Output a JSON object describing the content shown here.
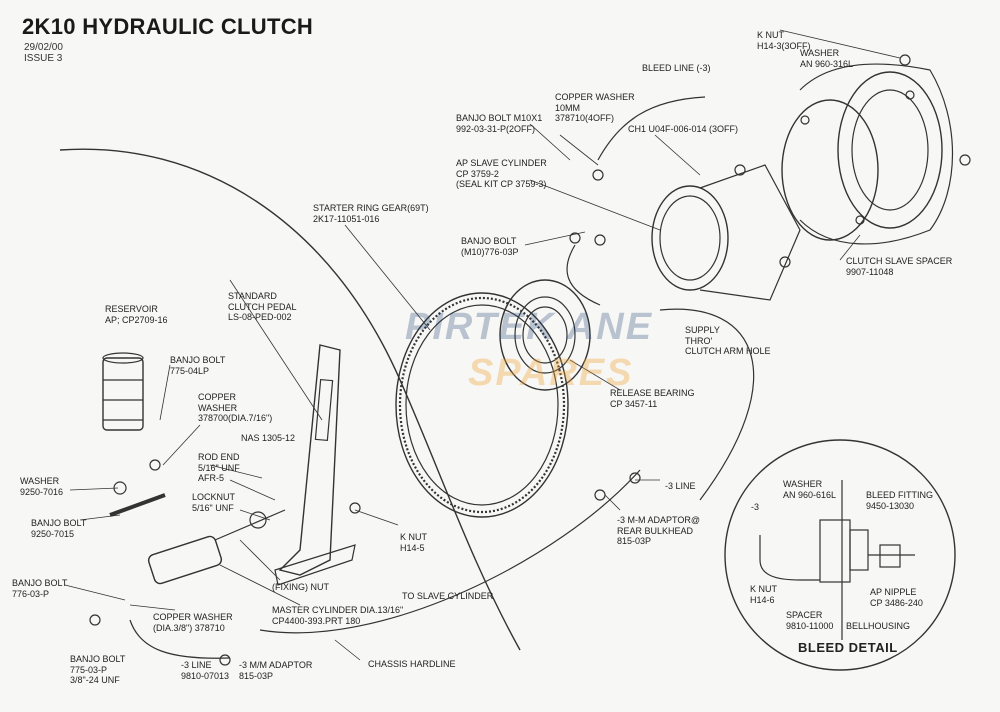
{
  "header": {
    "title": "2K10 HYDRAULIC CLUTCH",
    "date": "29/02/00",
    "issue": "ISSUE 3"
  },
  "watermark": {
    "line1": "PIRTEK ANE",
    "line2": "SPARES",
    "color1": "#1c3d6e",
    "color2": "#f0a030"
  },
  "callouts": {
    "k_nut_top": "K NUT\nH14-3(3off)",
    "washer_top": "WASHER\nAN 960-316L",
    "bleed_line": "BLEED LINE (-3)",
    "copper_washer_top": "COPPER WASHER\n10mm\n378710(4off)",
    "banjo_bolt_m10": "BANJO BOLT M10X1\n992-03-31-P(2off)",
    "ch1": "CH1 U04F-006-014 (3off)",
    "slave_cylinder": "AP SLAVE CYLINDER\nCP 3759-2\n(SEAL KIT CP 3759-3)",
    "ring_gear": "STARTER RING GEAR(69T)\n2K17-11051-016",
    "banjo_bolt_m10b": "BANJO BOLT\n(M10)776-03P",
    "spacer": "CLUTCH SLAVE SPACER\n9907-11048",
    "supply": "SUPPLY\nTHRO'\nCLUTCH ARM HOLE",
    "release_bearing": "RELEASE BEARING\nCP 3457-11",
    "pedal": "STANDARD\nCLUTCH PEDAL\nLS-08-PED-002",
    "reservoir": "RESERVOIR\nAP; CP2709-16",
    "banjo_bolt_775": "BANJO BOLT\n775-04LP",
    "copper_washer_mid": "COPPER\nWASHER\n378700(DIA.7/16\")",
    "nas": "NAS 1305-12",
    "rod_end": "ROD END\n5/16\" UNF\nAFR-5",
    "locknut": "LOCKNUT\n5/16\" UNF",
    "washer_left": "WASHER\n9250-7016",
    "banjo_bolt_9250": "BANJO BOLT\n9250-7015",
    "k_nut_mid": "K NUT\nH14-5",
    "line3_right": "-3 LINE",
    "adaptor_bulkhead": "-3 M-M ADAPTOR@\nREAR BULKHEAD\n815-03P",
    "banjo_bolt_776": "BANJO BOLT\n776-03-P",
    "fixing_nut": "(FIXING) NUT",
    "master_cyl": "MASTER CYLINDER DIA.13/16\"\nCP4400-393.PRT 180",
    "to_slave": "TO SLAVE CYLINDER",
    "copper_washer_bot": "COPPER WASHER\n(DIA.3/8\") 378710",
    "banjo_bolt_bot": "BANJO BOLT\n775-03-P\n3/8\"-24 UNF",
    "line3_bot": "-3 LINE\n9810-07013",
    "adaptor_bot": "-3 M/M ADAPTOR\n815-03P",
    "chassis": "CHASSIS HARDLINE"
  },
  "bleed_detail": {
    "title": "BLEED DETAIL",
    "washer": "WASHER\nAN 960-616L",
    "fitting": "BLEED FITTING\n9450-13030",
    "knut": "K NUT\nH14-6",
    "spacer": "SPACER\n9810-11000",
    "nipple": "AP NIPPLE\nCP 3486-240",
    "bellhousing": "BELLHOUSING",
    "line_tag": "-3"
  }
}
